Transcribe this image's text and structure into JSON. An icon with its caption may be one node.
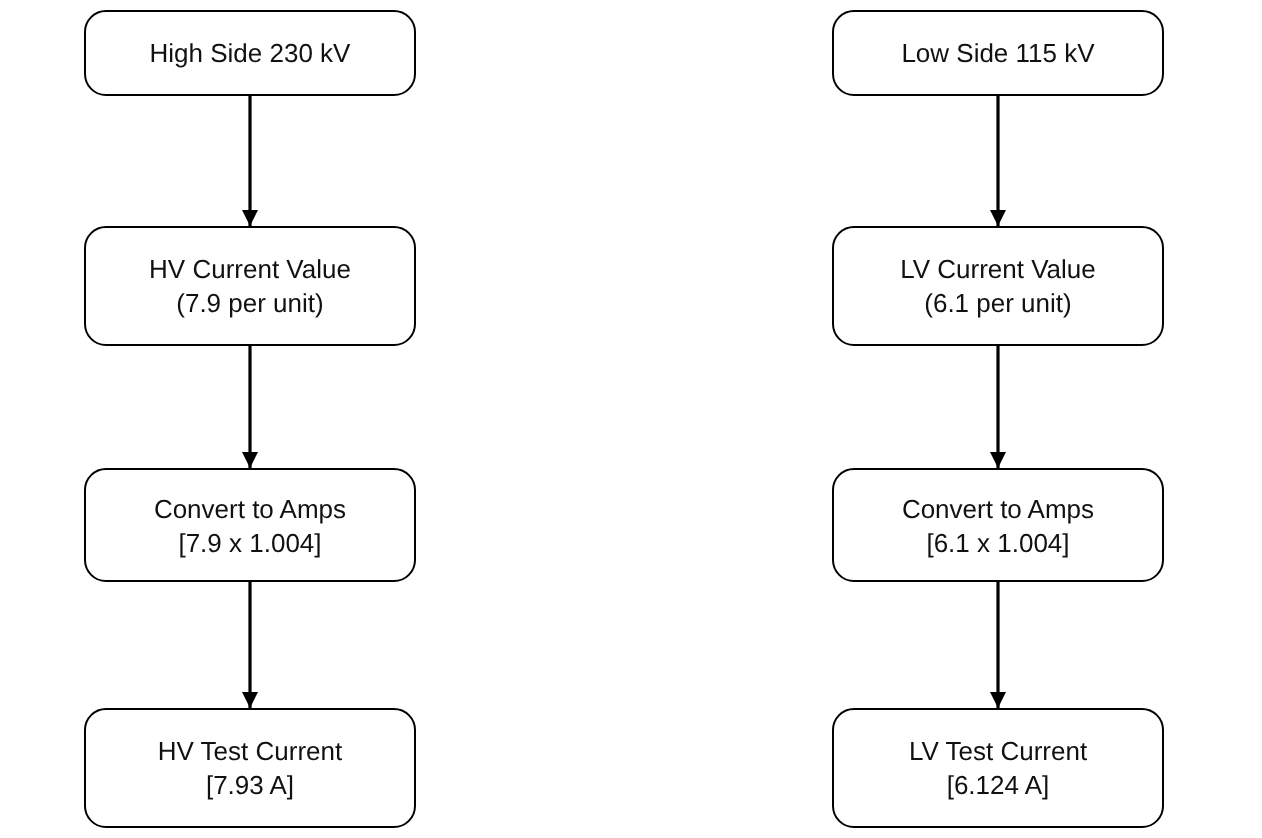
{
  "diagram": {
    "nodes": [
      {
        "text": [
          "High Side 230 kV"
        ]
      },
      {
        "text": [
          "HV Current Value",
          "(7.9 per unit)"
        ]
      },
      {
        "text": [
          "Convert to Amps",
          "[7.9 x 1.004]"
        ]
      },
      {
        "text": [
          "HV Test Current",
          "[7.93 A]"
        ]
      },
      {
        "text": [
          "Low Side 115 kV"
        ]
      },
      {
        "text": [
          "LV Current Value",
          "(6.1 per unit)"
        ]
      },
      {
        "text": [
          "Convert to Amps",
          "[6.1 x 1.004]"
        ]
      },
      {
        "text": [
          "LV Test Current",
          "[6.124 A]"
        ]
      }
    ],
    "edges": [
      {
        "from": 0,
        "to": 1,
        "arrow": "to"
      },
      {
        "from": 1,
        "to": 2,
        "arrow": "to"
      },
      {
        "from": 2,
        "to": 3,
        "arrow": "to"
      },
      {
        "from": 4,
        "to": 5,
        "arrow": "to"
      },
      {
        "from": 5,
        "to": 6,
        "arrow": "to"
      },
      {
        "from": 6,
        "to": 7,
        "arrow": "to"
      }
    ]
  }
}
